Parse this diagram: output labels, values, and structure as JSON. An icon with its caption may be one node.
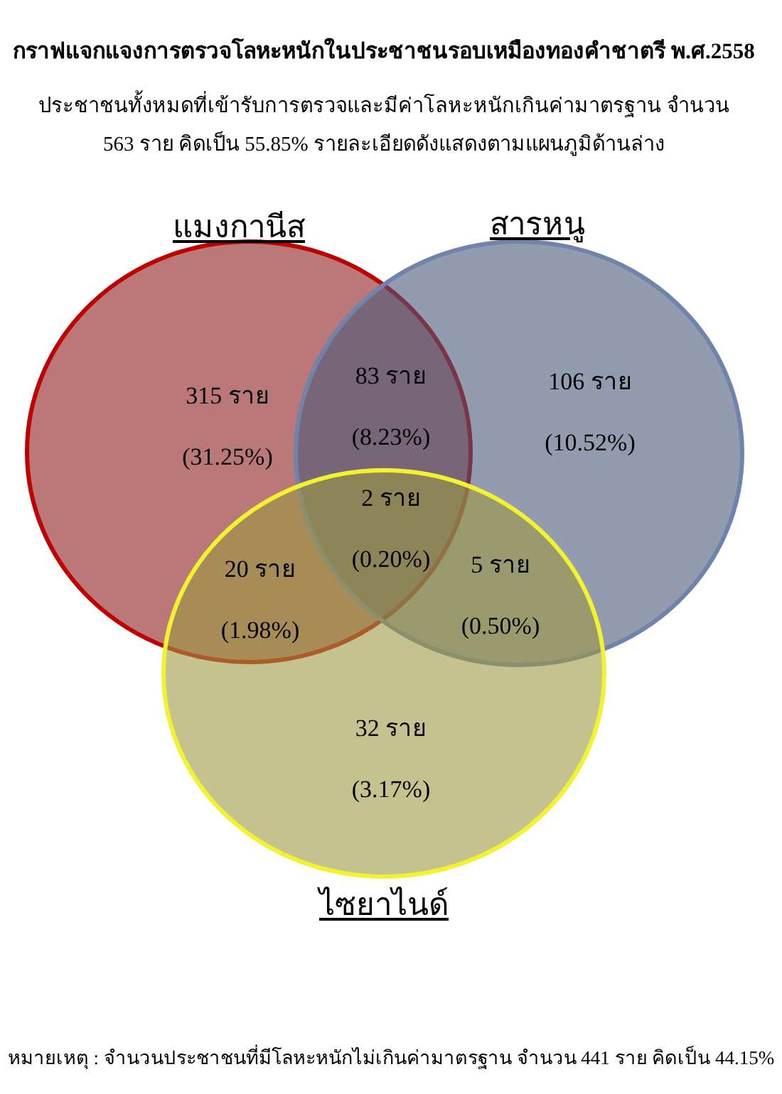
{
  "diagram": {
    "title": "กราฟแจกแจงการตรวจโลหะหนักในประชาชนรอบเหมืองทองคำชาตรี พ.ศ.2558",
    "nodes": [
      {
        "text": [
          "แมงกานีส"
        ]
      },
      {
        "text": [
          "สารหนู"
        ]
      },
      {
        "text": [
          "ไซยาไนด์"
        ]
      }
    ],
    "edges": [],
    "labels": [
      "ประชาชนทั้งหมดที่เข้ารับการตรวจและมีค่าโลหะหนักเกินค่ามาตรฐาน จำนวน 563 ราย คิดเป็น 55.85% รายละเอียดดังแสดงตามแผนภูมิด้านล่าง",
      "315 ราย (31.25%)",
      "83 ราย (8.23%)",
      "106 ราย (10.52%)",
      "2 ราย (0.20%)",
      "20 ราย (1.98%)",
      "5 ราย (0.50%)",
      "32 ราย (3.17%)",
      "หมายเหตุ : จำนวนประชาชนที่มีโลหะหนักไม่เกินค่ามาตรฐาน จำนวน 441 ราย คิดเป็น 44.15%"
    ]
  }
}
